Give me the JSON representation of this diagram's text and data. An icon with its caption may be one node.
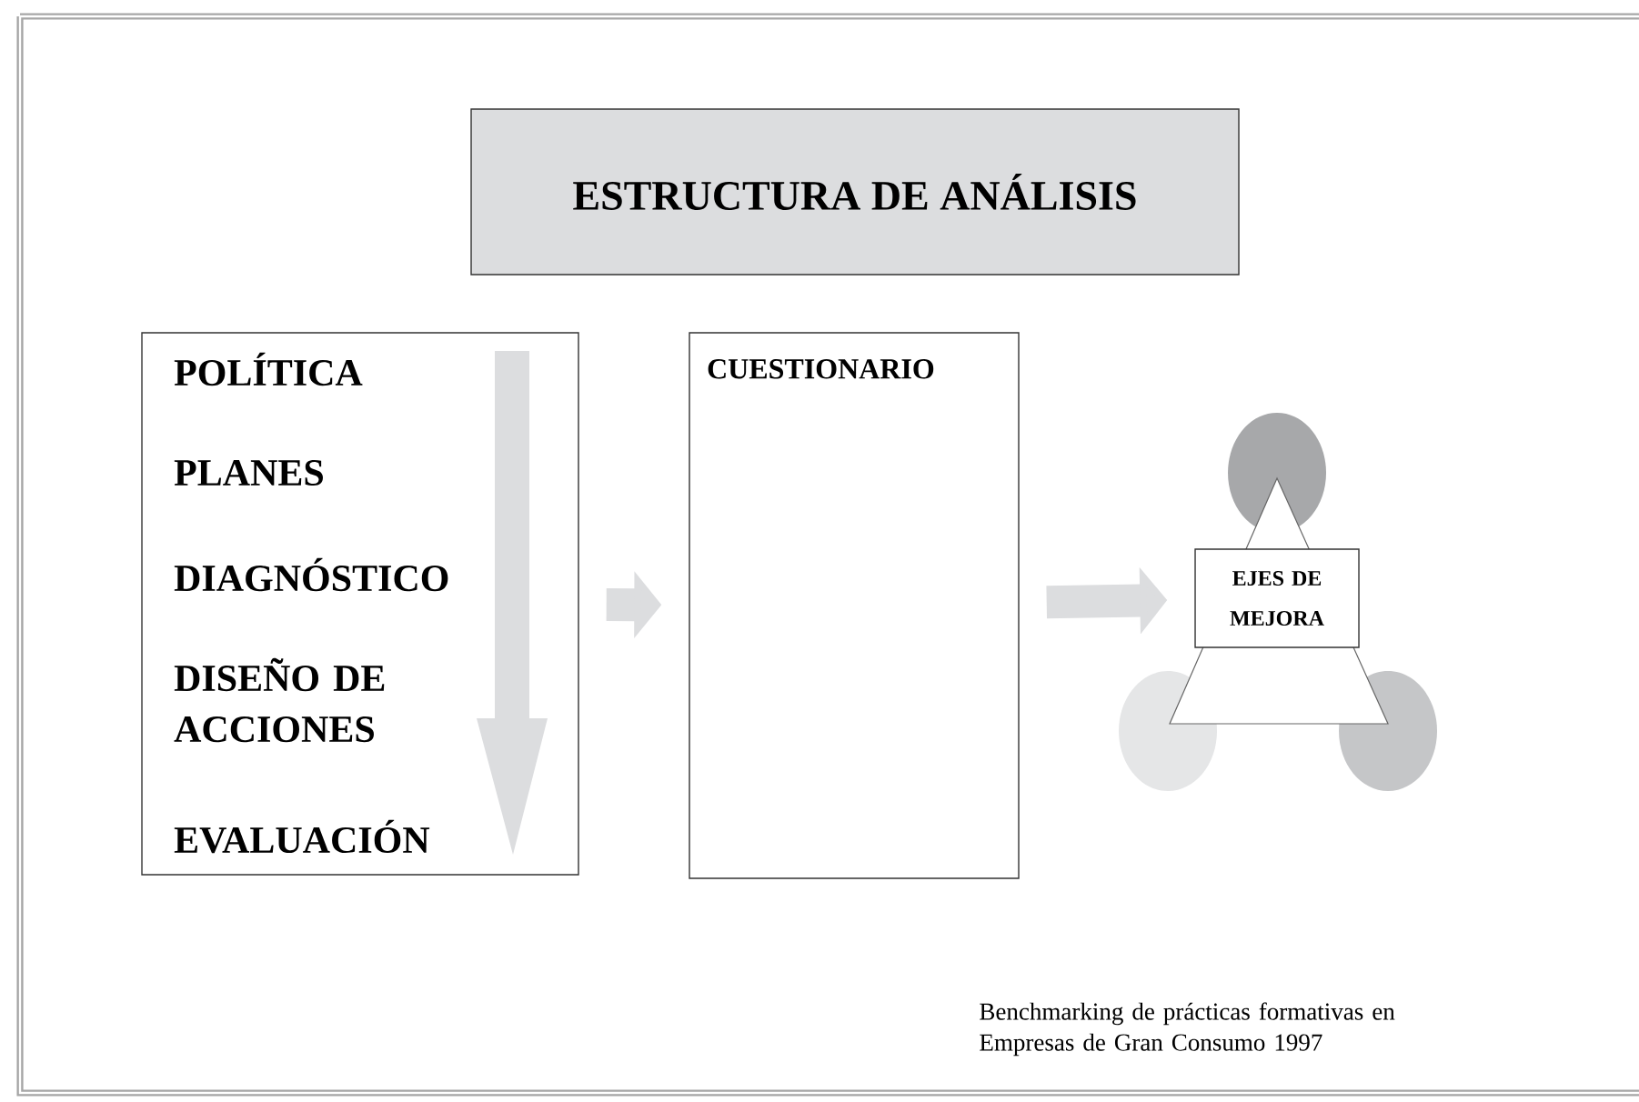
{
  "diagram": {
    "caption": "Benchmarking de prácticas formativas en Empresas de Gran Consumo 1997",
    "nodes": [
      {
        "text": [
          "ESTRUCTURA DE ANÁLISIS"
        ]
      },
      {
        "text": [
          "POLÍTICA",
          "PLANES",
          "DIAGNÓSTICO",
          "DISEÑO DE ACCIONES",
          "EVALUACIÓN"
        ]
      },
      {
        "text": [
          "CUESTIONARIO"
        ]
      },
      {
        "text": [
          "EJES DE MEJORA"
        ]
      }
    ],
    "edges": [
      {
        "from": 1,
        "to": 2,
        "arrow": "to"
      },
      {
        "from": 2,
        "to": 3,
        "arrow": "to"
      }
    ]
  }
}
